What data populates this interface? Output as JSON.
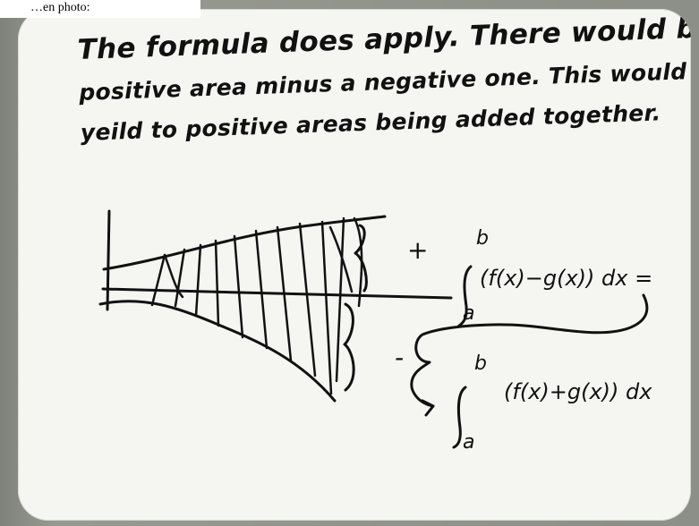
{
  "caption": "…en photo:",
  "board": {
    "line1": "The formula does apply. There would be a",
    "line2": "positive area minus a negative one. This would",
    "line3": "yeild to positive areas being added together."
  },
  "diagram": {
    "plus_label": "+",
    "minus_label": "-"
  },
  "formula_1": {
    "lower_limit": "a",
    "upper_limit": "b",
    "body": "(f(x)−g(x)) dx ="
  },
  "formula_2": {
    "lower_limit": "a",
    "upper_limit": "b",
    "body": "(f(x)+g(x)) dx"
  }
}
